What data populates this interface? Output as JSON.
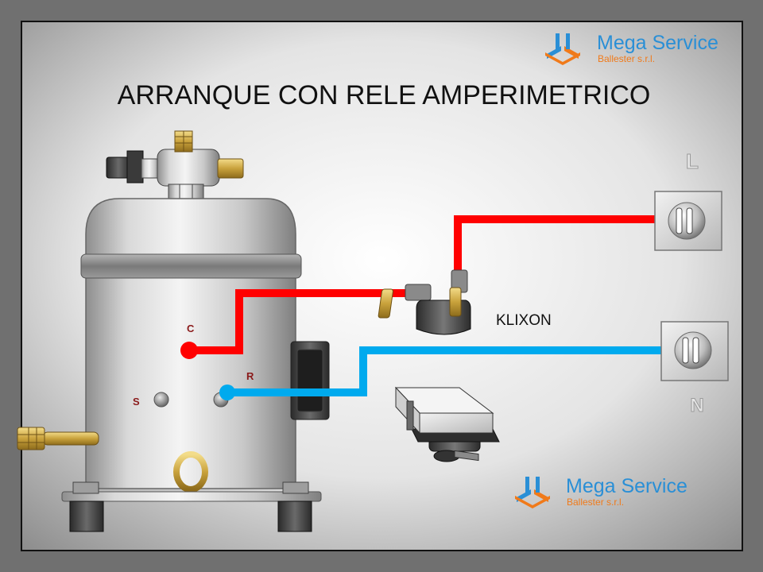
{
  "slide": {
    "title": "ARRANQUE CON RELE AMPERIMETRICO"
  },
  "logos": [
    {
      "brand": "Mega Service",
      "sub": "Ballester s.r.l."
    },
    {
      "brand": "Mega Service",
      "sub": "Ballester s.r.l."
    }
  ],
  "labels": {
    "line": "L",
    "neutral": "N",
    "klixon": "KLIXON",
    "terminal_c": "C",
    "terminal_r": "R",
    "terminal_s": "S"
  },
  "colors": {
    "line_wire": "#ff0000",
    "neutral_wire": "#00aaee",
    "logo_blue": "#2a8fd6",
    "logo_orange": "#f07a1a",
    "terminal_letter": "#8a1a1a"
  }
}
